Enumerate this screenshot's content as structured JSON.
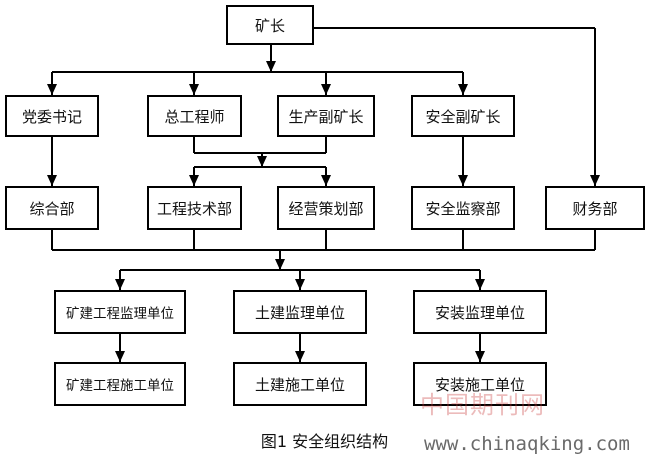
{
  "chart": {
    "top": "矿长",
    "leaders": {
      "party": "党委书记",
      "engineer": "总工程师",
      "production": "生产副矿长",
      "safety": "安全副矿长"
    },
    "departments": {
      "general": "综合部",
      "tech": "工程技术部",
      "operations": "经营策划部",
      "safety_monitor": "安全监察部",
      "finance": "财务部"
    },
    "supervision": {
      "mine": "矿建工程监理单位",
      "civil": "土建监理单位",
      "install": "安装监理单位"
    },
    "construction": {
      "mine": "矿建工程施工单位",
      "civil": "土建施工单位",
      "install": "安装施工单位"
    }
  },
  "caption": "图1 安全组织结构",
  "watermark": {
    "cn": "中国期刊网",
    "url": "www.chinaqking.com"
  }
}
